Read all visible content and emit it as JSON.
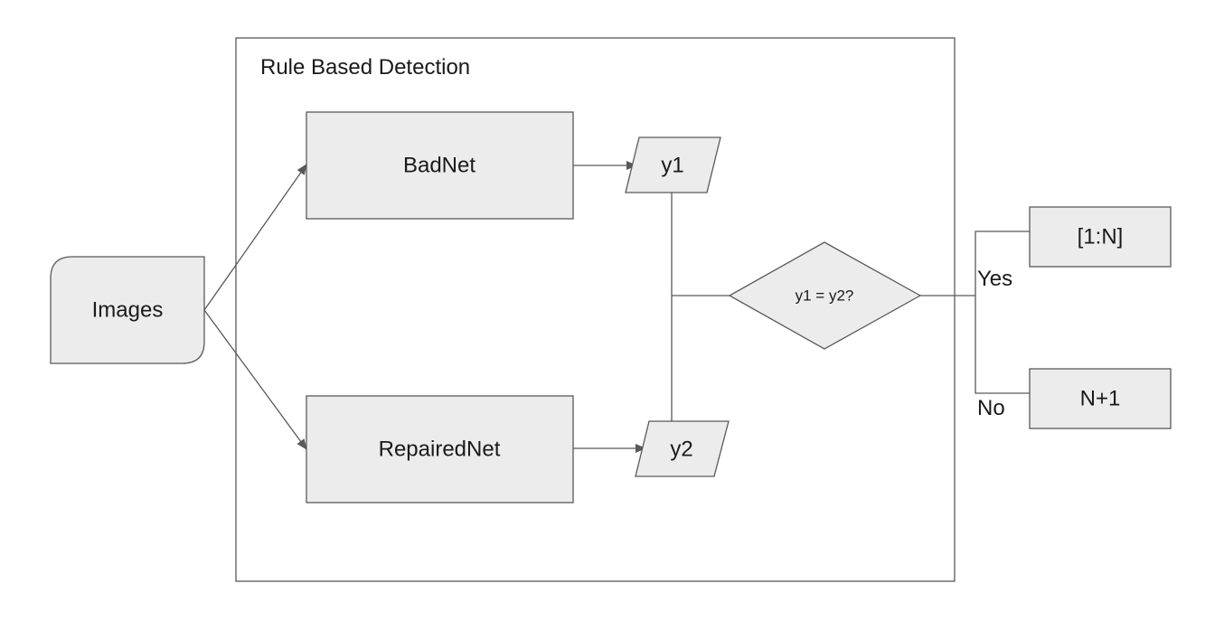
{
  "diagram": {
    "container": {
      "title": "Rule Based Detection"
    },
    "nodes": {
      "input": {
        "label": "Images",
        "shape": "rounded-document"
      },
      "badnet": {
        "label": "BadNet",
        "shape": "rectangle"
      },
      "repairednet": {
        "label": "RepairedNet",
        "shape": "rectangle"
      },
      "y1": {
        "label": "y1",
        "shape": "parallelogram"
      },
      "y2": {
        "label": "y2",
        "shape": "parallelogram"
      },
      "decision": {
        "label": "y1 = y2?",
        "shape": "diamond"
      },
      "out_yes": {
        "label": "[1:N]",
        "shape": "rectangle"
      },
      "out_no": {
        "label": "N+1",
        "shape": "rectangle"
      }
    },
    "edge_labels": {
      "yes": "Yes",
      "no": "No"
    },
    "colors": {
      "node_fill": "#ececec",
      "stroke": "#595959",
      "text": "#1a1a1a"
    }
  }
}
